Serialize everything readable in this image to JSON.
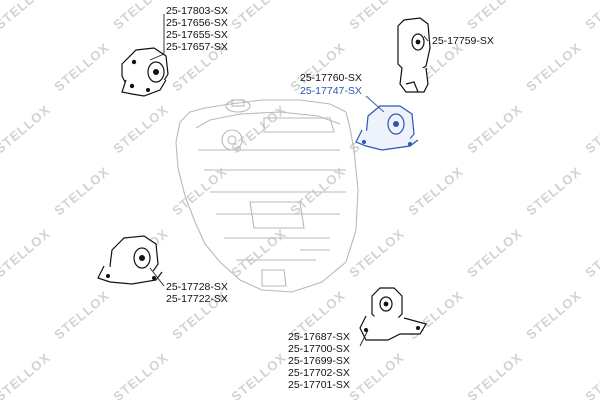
{
  "watermark": {
    "text": "STELLOX"
  },
  "callouts": [
    {
      "id": "tl",
      "numbers": [
        "25-17803-SX",
        "25-17656-SX",
        "25-17655-SX",
        "25-17657-SX"
      ]
    },
    {
      "id": "tr",
      "numbers": [
        "25-17759-SX"
      ]
    },
    {
      "id": "center",
      "numbers": [
        "25-17760-SX",
        "25-17747-SX"
      ],
      "highlight_index": 1
    },
    {
      "id": "ml",
      "numbers": [
        "25-17728-SX",
        "25-17722-SX"
      ]
    },
    {
      "id": "br",
      "numbers": [
        "25-17687-SX",
        "25-17700-SX",
        "25-17699-SX",
        "25-17702-SX",
        "25-17701-SX"
      ]
    }
  ],
  "colors": {
    "highlight": "#2a56b8",
    "watermark": "#d3d3d3",
    "engine_outline": "#b9b9b9"
  }
}
